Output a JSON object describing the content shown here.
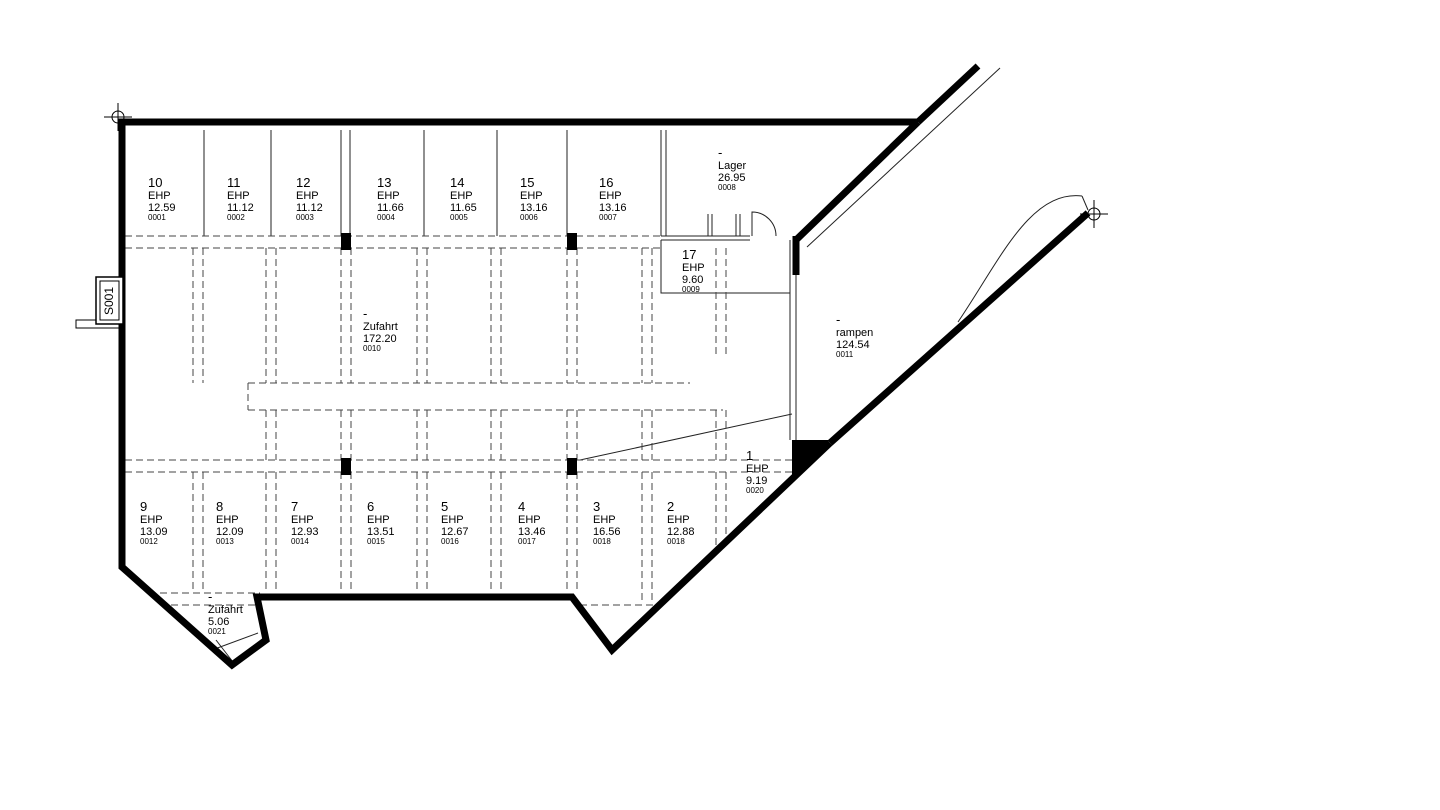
{
  "stair_marker": "S001",
  "rooms": [
    {
      "key": "p10",
      "number": "10",
      "type": "EHP",
      "area": "12.59",
      "code": "0001"
    },
    {
      "key": "p11",
      "number": "11",
      "type": "EHP",
      "area": "11.12",
      "code": "0002"
    },
    {
      "key": "p12",
      "number": "12",
      "type": "EHP",
      "area": "11.12",
      "code": "0003"
    },
    {
      "key": "p13",
      "number": "13",
      "type": "EHP",
      "area": "11.66",
      "code": "0004"
    },
    {
      "key": "p14",
      "number": "14",
      "type": "EHP",
      "area": "11.65",
      "code": "0005"
    },
    {
      "key": "p15",
      "number": "15",
      "type": "EHP",
      "area": "13.16",
      "code": "0006"
    },
    {
      "key": "p16",
      "number": "16",
      "type": "EHP",
      "area": "13.16",
      "code": "0007"
    },
    {
      "key": "lager",
      "number": "-",
      "type": "Lager",
      "area": "26.95",
      "code": "0008"
    },
    {
      "key": "p17",
      "number": "17",
      "type": "EHP",
      "area": "9.60",
      "code": "0009"
    },
    {
      "key": "zufahrt",
      "number": "-",
      "type": "Zufahrt",
      "area": "172.20",
      "code": "0010"
    },
    {
      "key": "rampen",
      "number": "-",
      "type": "rampen",
      "area": "124.54",
      "code": "0011"
    },
    {
      "key": "p9",
      "number": "9",
      "type": "EHP",
      "area": "13.09",
      "code": "0012"
    },
    {
      "key": "p8",
      "number": "8",
      "type": "EHP",
      "area": "12.09",
      "code": "0013"
    },
    {
      "key": "p7",
      "number": "7",
      "type": "EHP",
      "area": "12.93",
      "code": "0014"
    },
    {
      "key": "p6",
      "number": "6",
      "type": "EHP",
      "area": "13.51",
      "code": "0015"
    },
    {
      "key": "p5",
      "number": "5",
      "type": "EHP",
      "area": "12.67",
      "code": "0016"
    },
    {
      "key": "p4",
      "number": "4",
      "type": "EHP",
      "area": "13.46",
      "code": "0017"
    },
    {
      "key": "p3",
      "number": "3",
      "type": "EHP",
      "area": "16.56",
      "code": "0018"
    },
    {
      "key": "p2",
      "number": "2",
      "type": "EHP",
      "area": "12.88",
      "code": "0018"
    },
    {
      "key": "p1",
      "number": "1",
      "type": "EHP",
      "area": "9.19",
      "code": "0020"
    },
    {
      "key": "zufahrt2",
      "number": "-",
      "type": "Zufahrt",
      "area": "5.06",
      "code": "0021"
    }
  ]
}
